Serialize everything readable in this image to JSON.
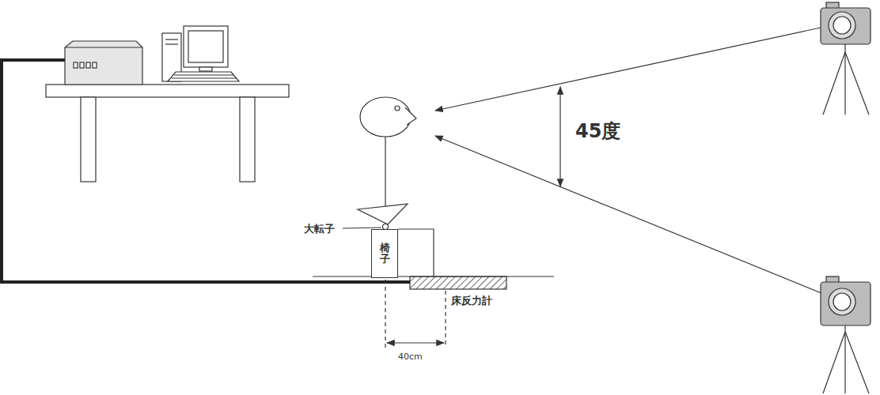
{
  "diagram": {
    "nodes": [
      {
        "text": [
          "椅子"
        ]
      }
    ],
    "labels": [
      "大転子",
      "床反力計",
      "40cm",
      "45度"
    ]
  }
}
